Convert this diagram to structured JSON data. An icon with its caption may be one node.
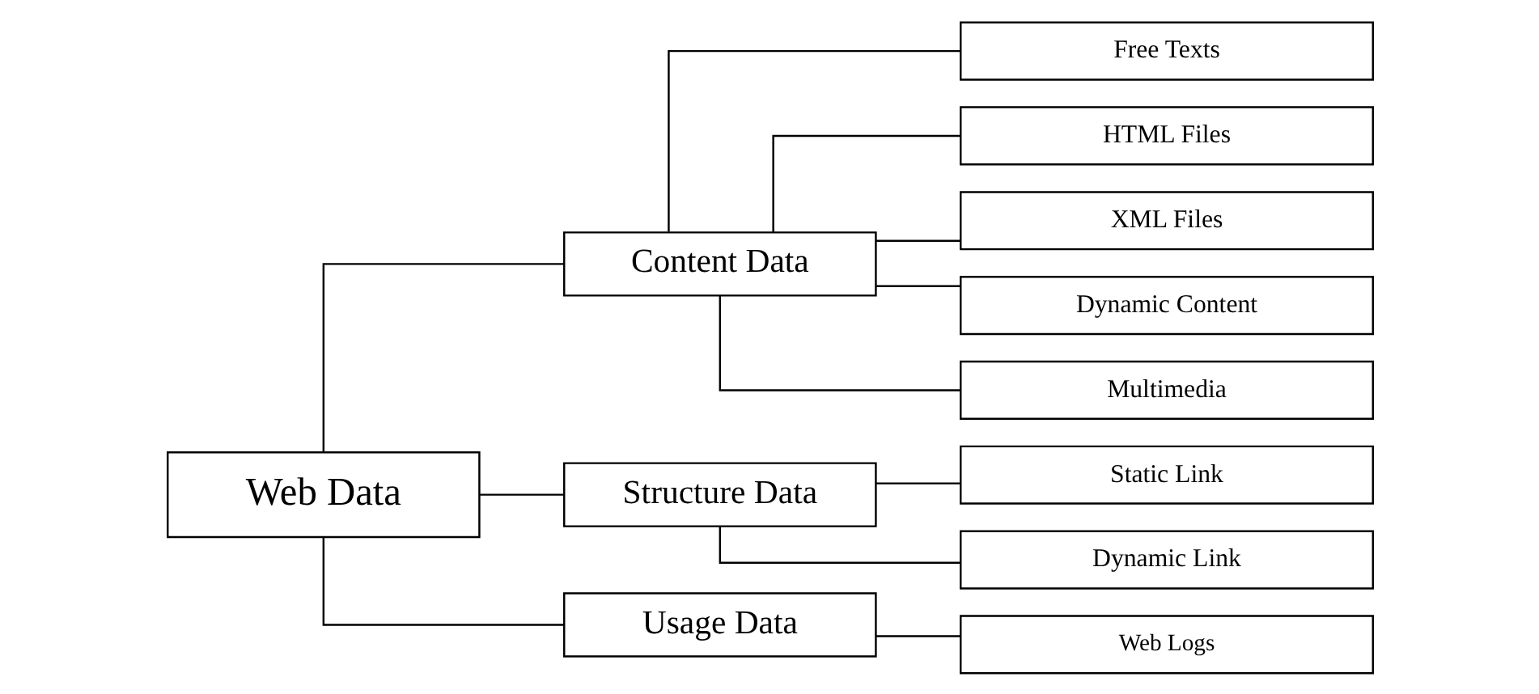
{
  "diagram": {
    "nodes": [
      {
        "text": [
          "Web Data"
        ]
      },
      {
        "text": [
          "Content Data"
        ]
      },
      {
        "text": [
          "Structure Data"
        ]
      },
      {
        "text": [
          "Usage Data"
        ]
      },
      {
        "text": [
          "Free Texts"
        ]
      },
      {
        "text": [
          "HTML Files"
        ]
      },
      {
        "text": [
          "XML Files"
        ]
      },
      {
        "text": [
          "Dynamic Content"
        ]
      },
      {
        "text": [
          "Multimedia"
        ]
      },
      {
        "text": [
          "Static Link"
        ]
      },
      {
        "text": [
          "Dynamic Link"
        ]
      },
      {
        "text": [
          "Web Logs"
        ]
      }
    ],
    "edges": [
      {
        "from": 0,
        "to": 1,
        "arrow": "none"
      },
      {
        "from": 0,
        "to": 2,
        "arrow": "none"
      },
      {
        "from": 0,
        "to": 3,
        "arrow": "none"
      },
      {
        "from": 1,
        "to": 4,
        "arrow": "none"
      },
      {
        "from": 1,
        "to": 5,
        "arrow": "none"
      },
      {
        "from": 1,
        "to": 6,
        "arrow": "none"
      },
      {
        "from": 1,
        "to": 7,
        "arrow": "none"
      },
      {
        "from": 1,
        "to": 8,
        "arrow": "none"
      },
      {
        "from": 2,
        "to": 9,
        "arrow": "none"
      },
      {
        "from": 2,
        "to": 10,
        "arrow": "none"
      },
      {
        "from": 3,
        "to": 11,
        "arrow": "none"
      }
    ]
  }
}
